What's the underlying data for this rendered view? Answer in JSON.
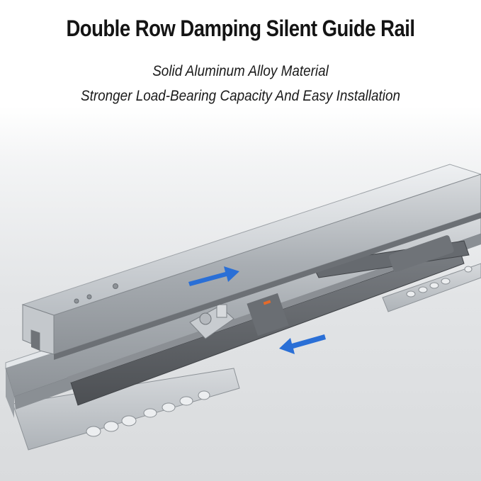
{
  "headline": "Double Row Damping Silent Guide Rail",
  "subtitle_line1": "Solid Aluminum Alloy Material",
  "subtitle_line2": "Stronger Load-Bearing Capacity And Easy Installation",
  "scene": {
    "subject": "drawer-slide-guide-rail",
    "motion_arrows": [
      "arrow-right-icon",
      "arrow-left-icon"
    ],
    "arrow_color": "#2a6fd6",
    "rail_color": "#c9cdd1",
    "damper_color": "#5e6166"
  }
}
